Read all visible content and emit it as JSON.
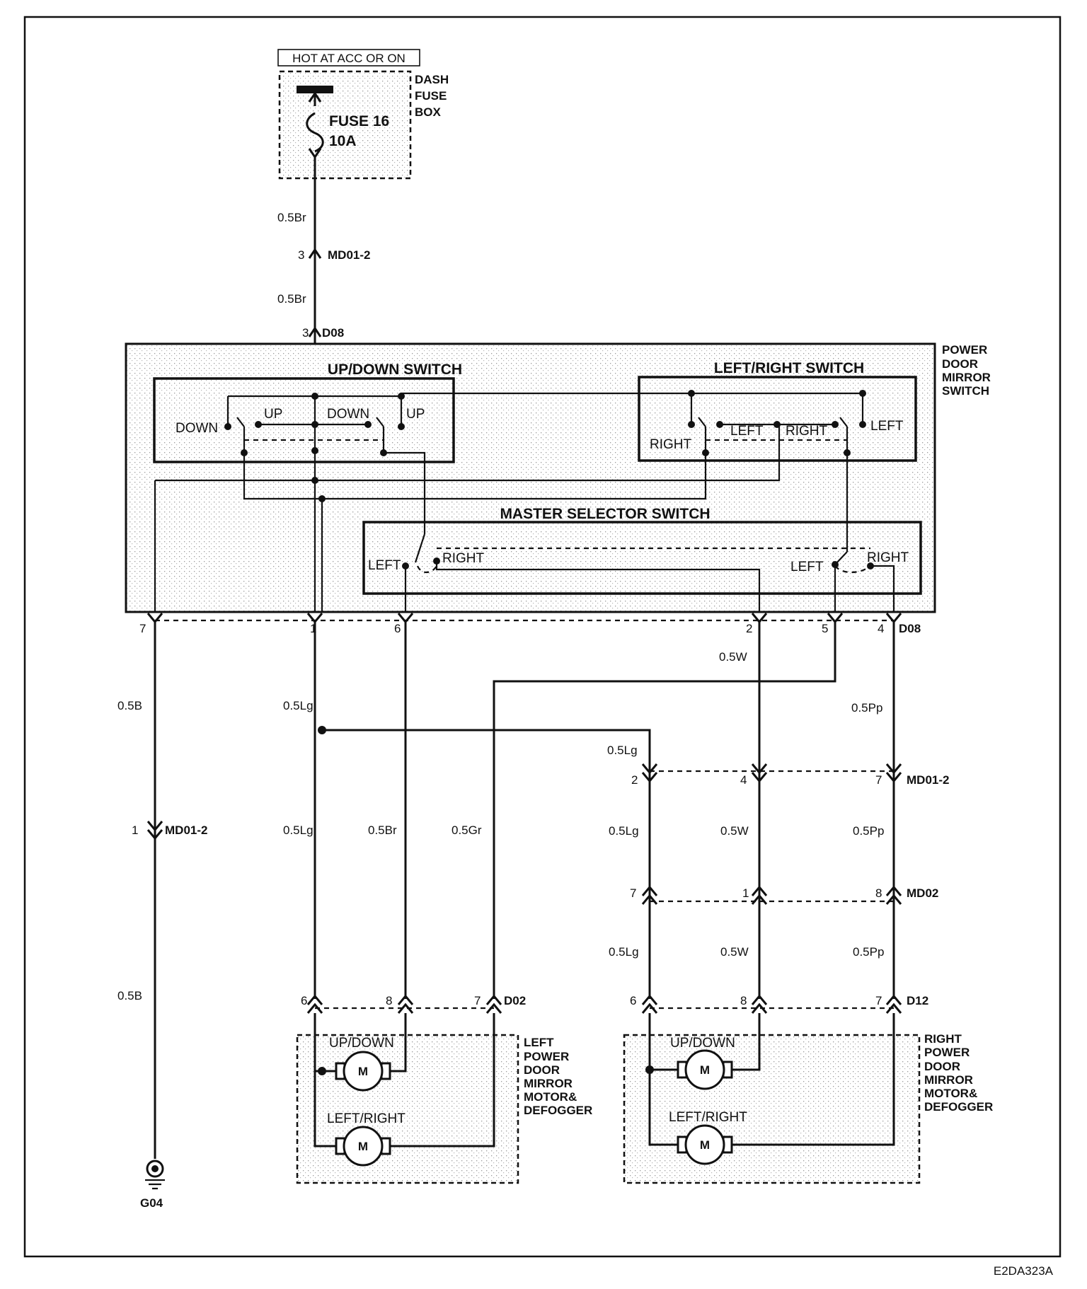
{
  "power": {
    "hot_label": "HOT AT ACC OR ON",
    "fuse_box_label": [
      "DASH",
      "FUSE",
      "BOX"
    ],
    "fuse_name": "FUSE 16",
    "fuse_rating": "10A"
  },
  "wires": {
    "br": "0.5Br",
    "b": "0.5B",
    "lg": "0.5Lg",
    "w": "0.5W",
    "pp": "0.5Pp",
    "gr": "0.5Gr"
  },
  "connectors": {
    "md01_2": "MD01-2",
    "d08": "D08",
    "d02": "D02",
    "d12": "D12",
    "md02": "MD02"
  },
  "pins": {
    "p1": "1",
    "p2": "2",
    "p3": "3",
    "p4": "4",
    "p5": "5",
    "p6": "6",
    "p7": "7",
    "p8": "8"
  },
  "switch_assembly": {
    "title": [
      "POWER",
      "DOOR",
      "MIRROR",
      "SWITCH"
    ],
    "updown": {
      "title": "UP/DOWN SWITCH",
      "down": "DOWN",
      "up": "UP"
    },
    "leftright": {
      "title": "LEFT/RIGHT SWITCH",
      "right": "RIGHT",
      "left": "LEFT"
    },
    "master": {
      "title": "MASTER SELECTOR SWITCH",
      "left": "LEFT",
      "right": "RIGHT"
    }
  },
  "left_mirror": {
    "title": [
      "LEFT",
      "POWER",
      "DOOR",
      "MIRROR",
      "MOTOR&",
      "DEFOGGER"
    ],
    "updown": "UP/DOWN",
    "leftright": "LEFT/RIGHT",
    "motor": "M"
  },
  "right_mirror": {
    "title": [
      "RIGHT",
      "POWER",
      "DOOR",
      "MIRROR",
      "MOTOR&",
      "DEFOGGER"
    ],
    "updown": "UP/DOWN",
    "leftright": "LEFT/RIGHT",
    "motor": "M"
  },
  "ground": "G04",
  "figure_code": "E2DA323A"
}
